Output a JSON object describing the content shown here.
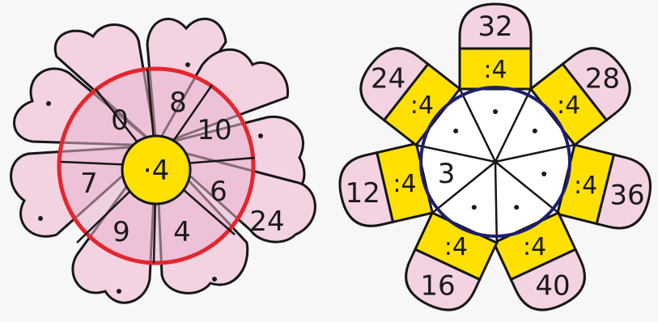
{
  "colors": {
    "petal_pink": "#f3d2e2",
    "inner_pink": "#e7b2cd",
    "yellow": "#ffe000",
    "red_ring": "#e5262d",
    "navy_ring": "#1e1e6e",
    "outline": "#161616"
  },
  "flower_left": {
    "center_label": "·4",
    "inner_numbers": [
      "8",
      "10",
      "6",
      "4",
      "9",
      "7",
      "0"
    ],
    "outer_values": [
      "",
      "",
      "24",
      "",
      "",
      "",
      ""
    ]
  },
  "flower_right": {
    "operator_label": ":4",
    "tips": [
      "32",
      "28",
      "36",
      "40",
      "16",
      "12",
      "24"
    ],
    "answers": [
      "",
      "",
      "",
      "",
      "",
      "3",
      ""
    ]
  }
}
